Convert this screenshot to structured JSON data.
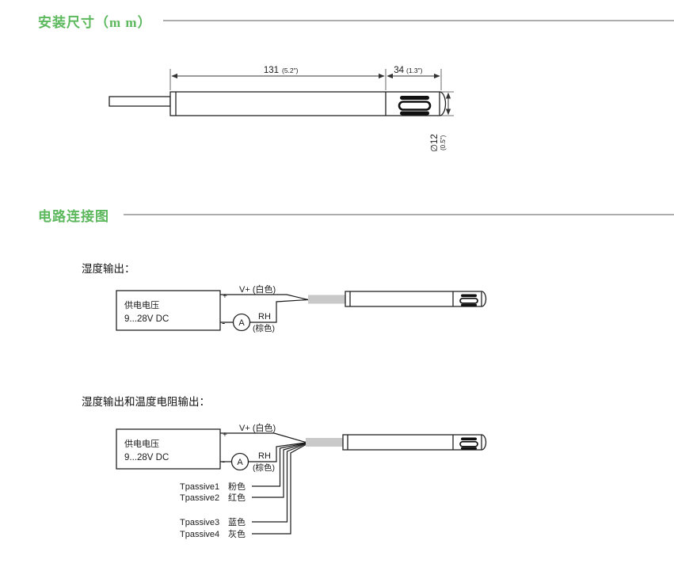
{
  "theme": {
    "accent_green": "#5cb85c",
    "rule_gray": "#adadad",
    "line_dark": "#1a1a1a",
    "cable_gray": "#c9c9c9"
  },
  "section_dimensions": {
    "title": "安装尺寸（m m）",
    "dims": {
      "body_mm": "131",
      "body_inch": "(5.2\")",
      "tip_mm": "34",
      "tip_inch": "(1.3\")",
      "dia_mm": "∅12",
      "dia_inch": "(0.5\")"
    }
  },
  "section_circuit": {
    "title": "电路连接图",
    "diagram_humidity": {
      "caption": "湿度输出：",
      "supply": {
        "line1": "供电电压",
        "line2": "9...28V DC",
        "plus": "+",
        "minus": "-"
      },
      "meter": "A",
      "vplus": "V+ (白色)",
      "rh": "RH",
      "rh_color": "(棕色)"
    },
    "diagram_combined": {
      "caption": "湿度输出和温度电阻输出：",
      "supply": {
        "line1": "供电电压",
        "line2": "9...28V DC",
        "plus": "+",
        "minus": "-"
      },
      "meter": "A",
      "vplus": "V+ (白色)",
      "rh": "RH",
      "rh_color": "(棕色)",
      "tpassive": [
        {
          "name": "Tpassive1",
          "color": "粉色"
        },
        {
          "name": "Tpassive2",
          "color": "红色"
        },
        {
          "name": "Tpassive3",
          "color": "蓝色"
        },
        {
          "name": "Tpassive4",
          "color": "灰色"
        }
      ]
    }
  }
}
